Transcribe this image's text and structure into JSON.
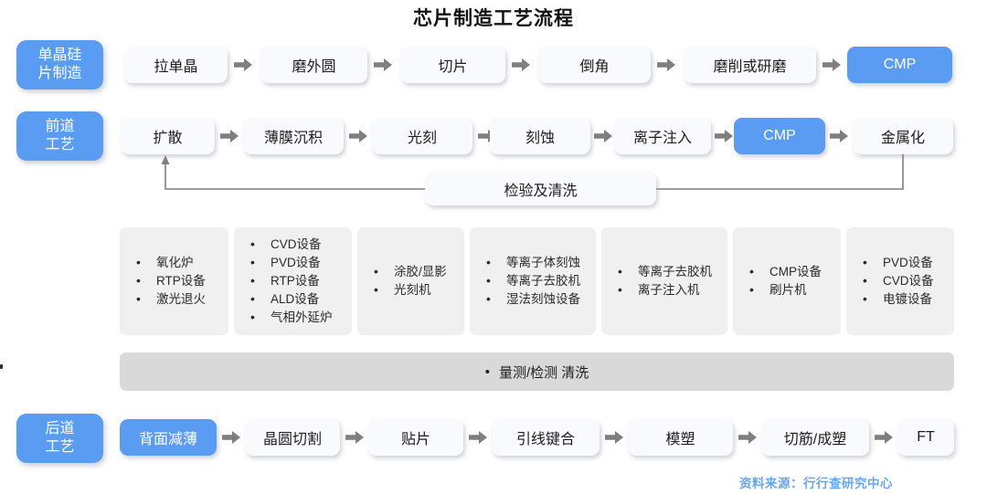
{
  "title": "芯片制造工艺流程",
  "colors": {
    "accent_blue": "#5b9cf3",
    "box_white": "#f8fafd",
    "equipment_gray": "#f0f0f0",
    "measure_gray": "#d9d9d9",
    "arrow_gray": "#7f7f7f",
    "source_blue": "#66a6f7"
  },
  "rows": {
    "wafer": {
      "category": {
        "line1": "单晶硅",
        "line2": "片制造"
      },
      "steps": [
        {
          "label": "拉单晶",
          "highlight": false
        },
        {
          "label": "磨外圆",
          "highlight": false
        },
        {
          "label": "切片",
          "highlight": false
        },
        {
          "label": "倒角",
          "highlight": false
        },
        {
          "label": "磨削或研磨",
          "highlight": false
        },
        {
          "label": "CMP",
          "highlight": true
        }
      ]
    },
    "front_end": {
      "category": {
        "line1": "前道",
        "line2": "工艺"
      },
      "steps": [
        {
          "label": "扩散",
          "highlight": false
        },
        {
          "label": "薄膜沉积",
          "highlight": false
        },
        {
          "label": "光刻",
          "highlight": false
        },
        {
          "label": "刻蚀",
          "highlight": false
        },
        {
          "label": "离子注入",
          "highlight": false
        },
        {
          "label": "CMP",
          "highlight": true
        },
        {
          "label": "金属化",
          "highlight": false
        }
      ],
      "feedback_label": "检验及清洗"
    },
    "back_end": {
      "category": {
        "line1": "后道",
        "line2": "工艺"
      },
      "steps": [
        {
          "label": "背面减薄",
          "highlight": true
        },
        {
          "label": "晶圆切割",
          "highlight": false
        },
        {
          "label": "贴片",
          "highlight": false
        },
        {
          "label": "引线键合",
          "highlight": false
        },
        {
          "label": "模塑",
          "highlight": false
        },
        {
          "label": "切筋/成塑",
          "highlight": false
        },
        {
          "label": "FT",
          "highlight": false
        }
      ]
    }
  },
  "equipment_columns": [
    {
      "items": [
        "氧化炉",
        "RTP设备",
        "激光退火"
      ]
    },
    {
      "items": [
        "CVD设备",
        "PVD设备",
        "RTP设备",
        "ALD设备",
        "气相外延炉"
      ]
    },
    {
      "items": [
        "涂胶/显影",
        "光刻机"
      ]
    },
    {
      "items": [
        "等离子体刻蚀",
        "等离子去胶机",
        "湿法刻蚀设备"
      ]
    },
    {
      "items": [
        "等离子去胶机",
        "离子注入机"
      ]
    },
    {
      "items": [
        "CMP设备",
        "刷片机"
      ]
    },
    {
      "items": [
        "PVD设备",
        "CVD设备",
        "电镀设备"
      ]
    }
  ],
  "measurement_bar": {
    "bullet": "•",
    "label": "量测/检测  清洗"
  },
  "source_note": "资料来源：行行查研究中心"
}
